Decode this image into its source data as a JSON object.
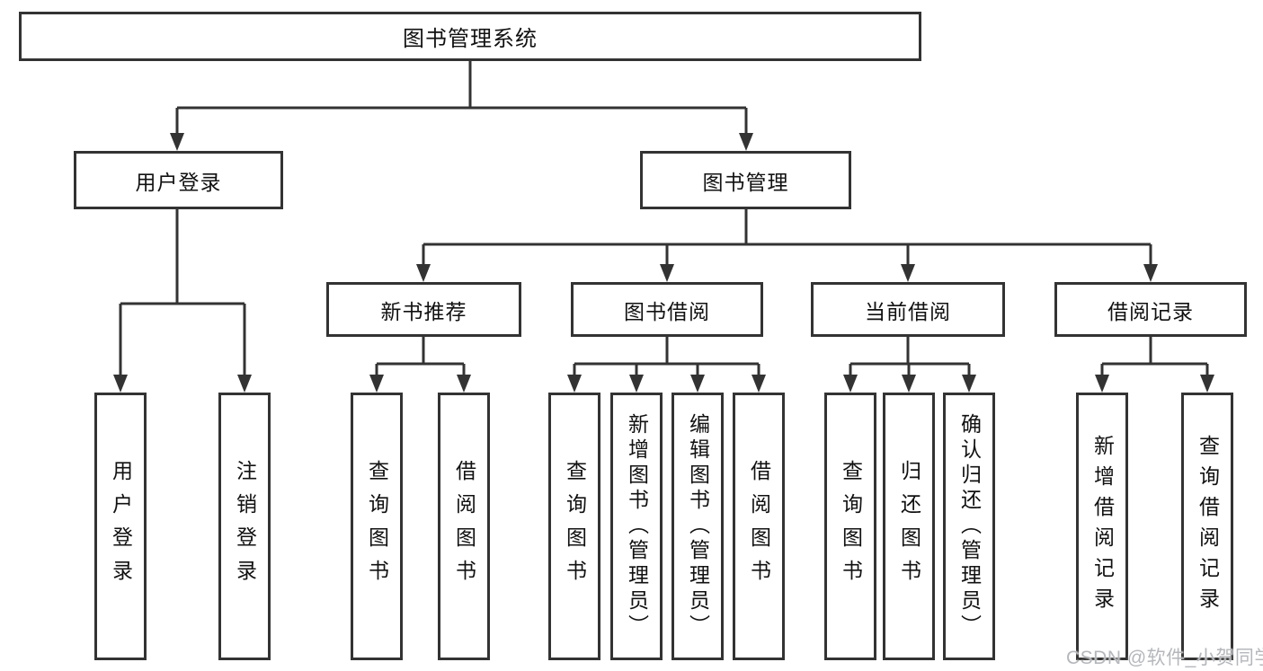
{
  "diagram": {
    "watermark": "CSDN @软件_小贺同学",
    "colors": {
      "line": "#333333",
      "box_border": "#333333",
      "box_background": "#ffffff",
      "text": "#111111",
      "watermark": "#b5b7bb"
    },
    "nodes": {
      "root": {
        "label": "图书管理系统"
      },
      "level1": [
        {
          "label": "用户登录"
        },
        {
          "label": "图书管理"
        }
      ],
      "level2": [
        {
          "label": "新书推荐"
        },
        {
          "label": "图书借阅"
        },
        {
          "label": "当前借阅"
        },
        {
          "label": "借阅记录"
        }
      ],
      "leaves": {
        "user_login": [
          "用户登录",
          "注销登录"
        ],
        "new_books": [
          "查询图书",
          "借阅图书"
        ],
        "book_borrow": [
          "查询图书",
          "新增图书（管理员）",
          "编辑图书（管理员）",
          "借阅图书"
        ],
        "current_borrow": [
          "查询图书",
          "归还图书",
          "确认归还（管理员）"
        ],
        "borrow_records": [
          "新增借阅记录",
          "查询借阅记录"
        ]
      }
    }
  }
}
